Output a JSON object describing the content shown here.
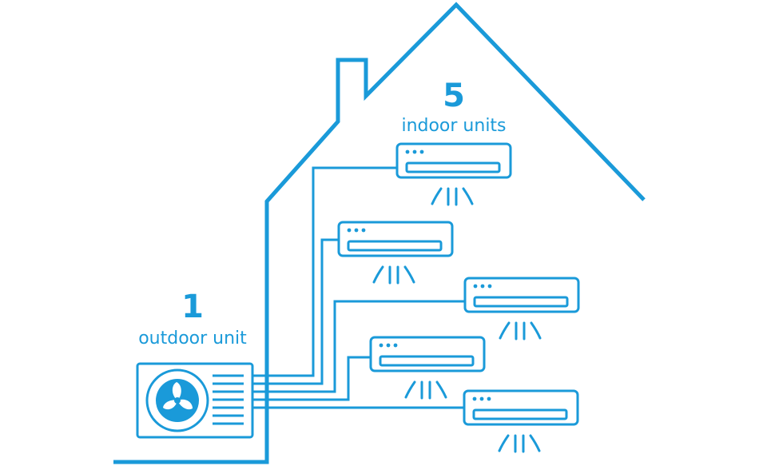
{
  "outdoor": {
    "count": "1",
    "label": "outdoor unit"
  },
  "indoor": {
    "count": "5",
    "label": "indoor units"
  },
  "colors": {
    "accent": "#1a9ad9",
    "background": "#ffffff"
  },
  "icons": [
    "house-outline-icon",
    "outdoor-unit-fan-icon",
    "indoor-ac-unit-icon",
    "airflow-icon"
  ]
}
